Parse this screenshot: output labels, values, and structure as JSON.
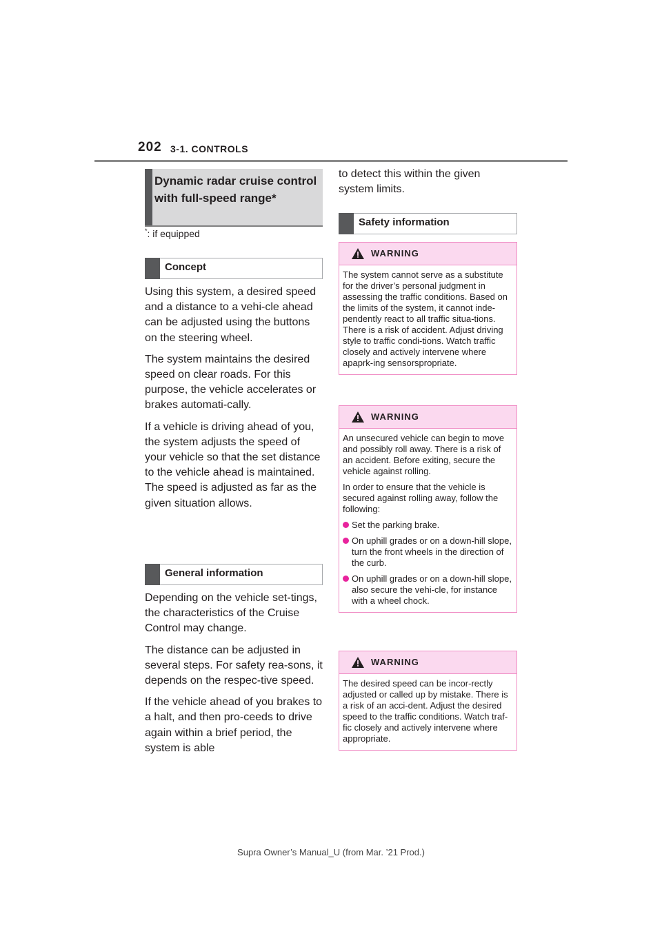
{
  "header": {
    "page_number": "202",
    "section": "3-1. CONTROLS"
  },
  "title": "Dynamic radar cruise control with full-speed range*",
  "footnote": {
    "mark": "*",
    "text": ": if equipped"
  },
  "concept": {
    "heading": "Concept",
    "paragraphs": [
      "Using this system, a desired speed and a distance to a vehi-cle ahead can be adjusted using the buttons on the steering wheel.",
      "The system maintains the desired speed on clear roads. For this purpose, the vehicle accelerates or brakes automati-cally.",
      "If a vehicle is driving ahead of you, the system adjusts the speed of your vehicle so that the set distance to the vehicle ahead is maintained. The speed is adjusted as far as the given situation allows."
    ]
  },
  "general": {
    "heading": "General information",
    "paragraphs": [
      "Depending on the vehicle set-tings, the characteristics of the Cruise Control may change.",
      "The distance can be adjusted in several steps. For safety rea-sons, it depends on the respec-tive speed.",
      "If the vehicle ahead of you brakes to a halt, and then pro-ceeds to drive again within a brief period, the system is able"
    ]
  },
  "continuation": "to detect this within the given system limits.",
  "safety": {
    "heading": "Safety information"
  },
  "warnings": [
    {
      "label": "WARNING",
      "text": "The system cannot serve as a substitute for the driver’s personal judgment in assessing the traffic conditions. Based on the limits of the system, it cannot inde-pendently react to all traffic situa-tions. There is a risk of accident. Adjust driving style to traffic condi-tions. Watch traffic closely and actively intervene where apaprk-ing sensorspropriate."
    },
    {
      "label": "WARNING",
      "text": "An unsecured vehicle can begin to move and possibly roll away. There is a risk of an accident. Before exiting, secure the vehicle against rolling.",
      "text2": "In order to ensure that the vehicle is secured against rolling away, follow the following:",
      "bullets": [
        "Set the parking brake.",
        "On uphill grades or on a down-hill slope, turn the front wheels in the direction of the curb.",
        "On uphill grades or on a down-hill slope, also secure the vehi-cle, for instance with a wheel chock."
      ]
    },
    {
      "label": "WARNING",
      "text": "The desired speed can be incor-rectly adjusted or called up by mistake. There is a risk of an acci-dent. Adjust the desired speed to the traffic conditions. Watch traf-fic closely and actively intervene where appropriate."
    }
  ],
  "footer": "Supra Owner’s Manual_U (from Mar. ’21 Prod.)"
}
